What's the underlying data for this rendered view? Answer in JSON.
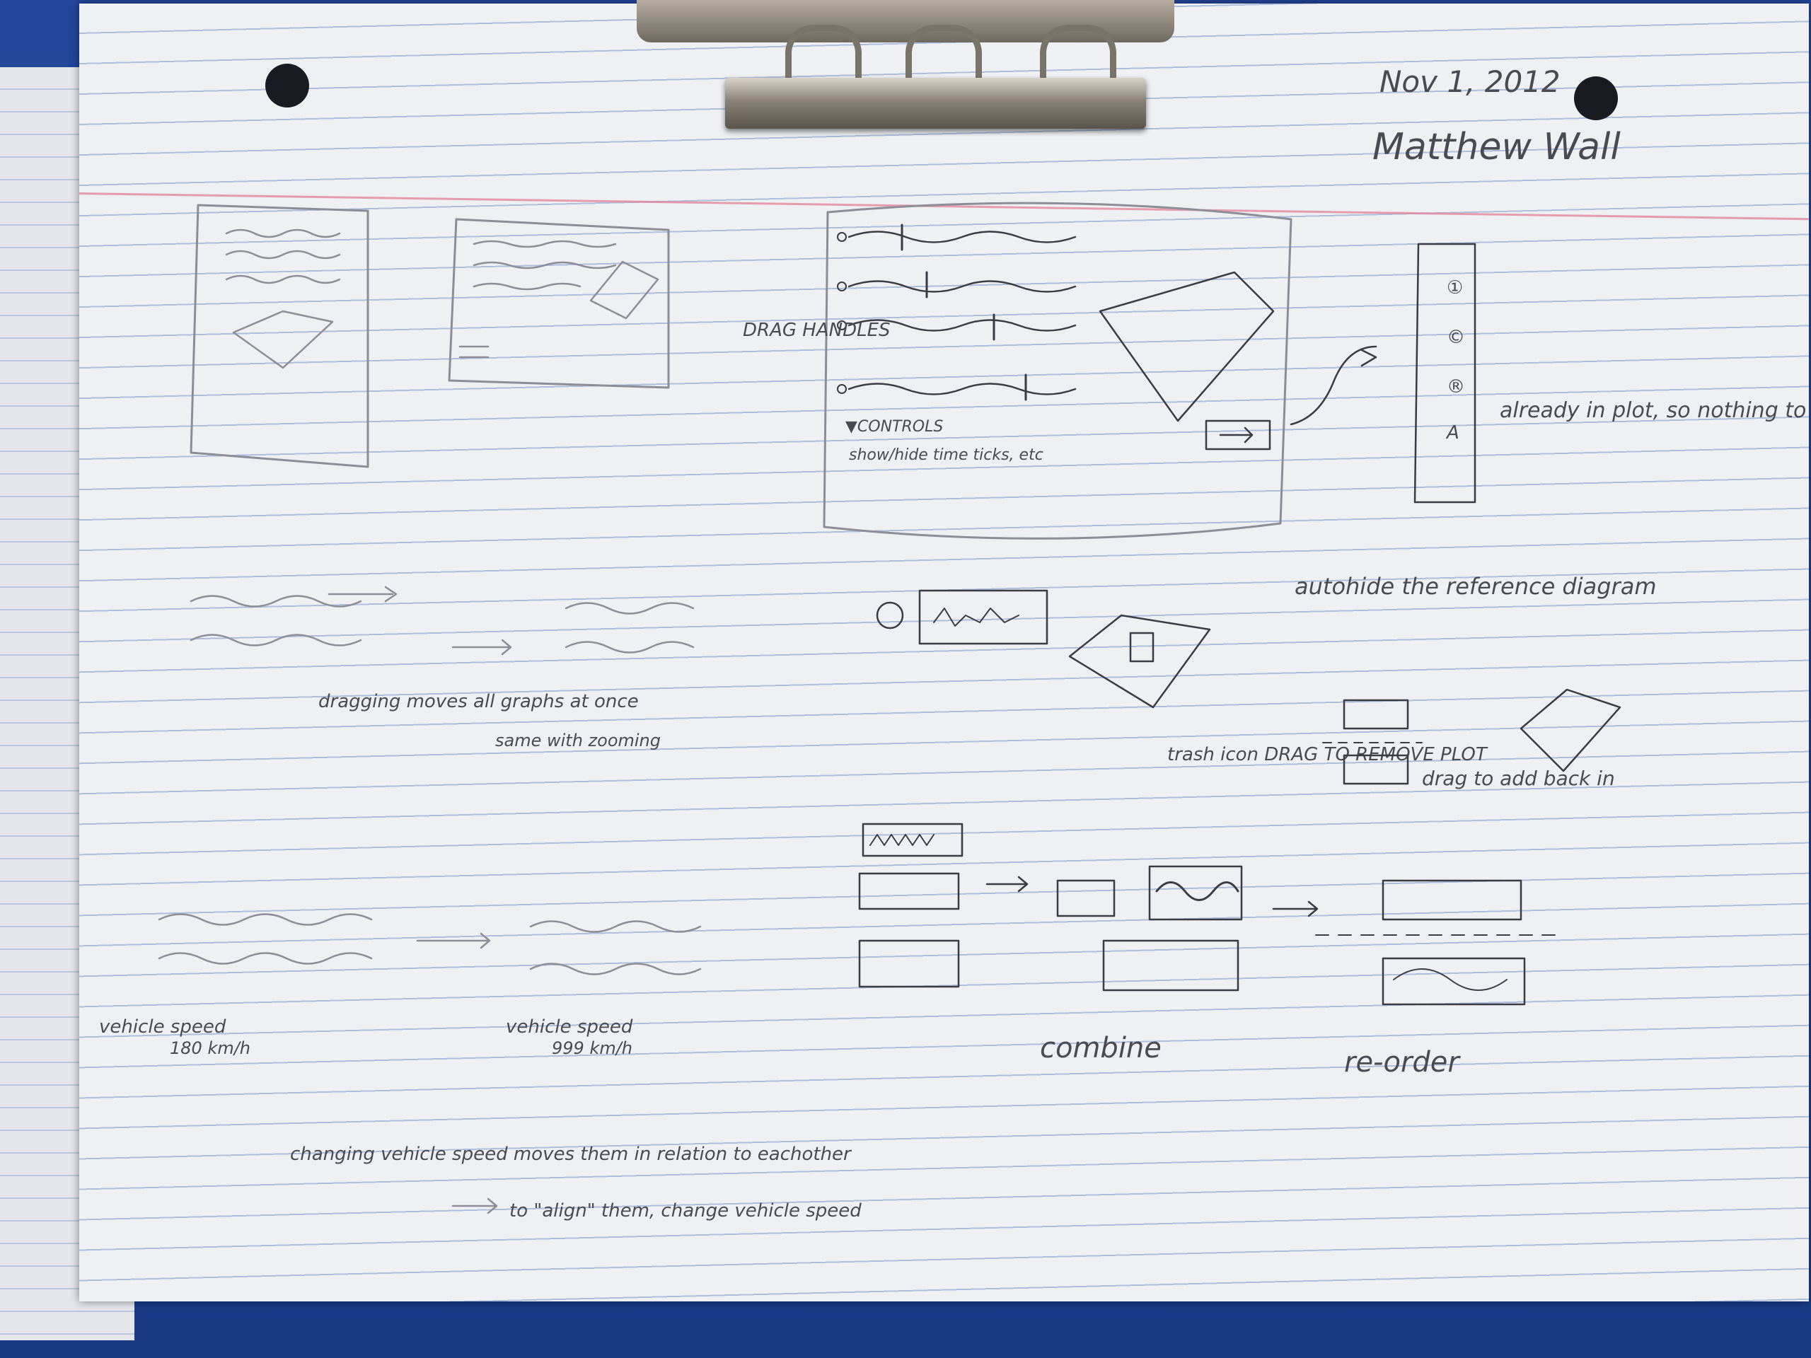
{
  "header": {
    "date": "Nov 1, 2012",
    "signature": "Matthew Wall"
  },
  "panels": {
    "drag_handles_label": "DRAG HANDLES",
    "controls_label": "▼CONTROLS",
    "controls_detail": "show/hide  time ticks, etc",
    "reference_marks": [
      "①",
      "©",
      "®",
      "A"
    ],
    "already_in_plot_note": "already in plot, so nothing to drag",
    "autohide_note": "autohide the reference diagram"
  },
  "row2": {
    "dragging_note": "dragging moves all graphs at once",
    "zooming_note": "same with zooming",
    "trash_note": "trash icon DRAG TO REMOVE PLOT",
    "drag_add_note": "drag to add back in"
  },
  "row3": {
    "vehicle_speed_left": "vehicle speed",
    "speed_value_left": "180 km/h",
    "vehicle_speed_right": "vehicle speed",
    "speed_value_right": "999 km/h",
    "combine_label": "combine",
    "reorder_label": "re-order"
  },
  "footer": {
    "changing_note": "changing vehicle speed moves them in relation to eachother",
    "align_note": "to \"align\" them, change vehicle speed"
  },
  "colors": {
    "folder": "#1f3f8f",
    "paper": "#eef0f3",
    "rule_line": "#7896cd",
    "margin_line": "#e182a0",
    "pencil": "#3b3b44"
  }
}
